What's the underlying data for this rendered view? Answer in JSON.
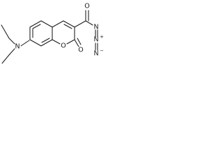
{
  "structure": {
    "atoms": {
      "amine_n": "N",
      "ring_o": "O",
      "lactone_carbonyl_o": "O",
      "acyl_carbonyl_o": "O",
      "azide_n1": "N",
      "azide_n2": "N",
      "azide_n3": "N"
    },
    "charges": {
      "azide_n2": "+",
      "azide_n3": "−"
    }
  }
}
